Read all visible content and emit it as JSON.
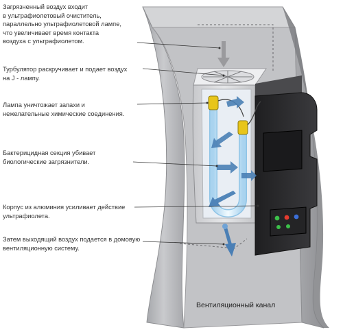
{
  "annotations": [
    "Загрязненный воздух входит\nв ультрафиолетовый очиститель,\nпараллельно ультрафиолетовой лампе,\nчто увеличивает время контакта\nвоздуха с ультрафиолетом.",
    "Турбулятор раскручивает и  подает воздух\n   на  J - лампу.",
    "Лампа уничтожает запахи и\nнежелательные химические соединения.",
    "Бактерицидная секция убивает\nбиологические загрязнители.",
    "Корпус из алюминия усиливает действие\nультрафиолета.",
    "Затем выходящий воздух подается в домовую\nвентиляционную систему."
  ],
  "caption": "Вентиляционный канал",
  "colors": {
    "duct": "#b9b9bb",
    "unit_body": "#d9dadc",
    "control_box": "#2b2b2d",
    "lamp": "#d8eefb",
    "arrow": "#4a7fb5",
    "indicator_green": "#3cc04a",
    "indicator_red": "#e53b2f",
    "indicator_blue": "#3b6fd9"
  }
}
